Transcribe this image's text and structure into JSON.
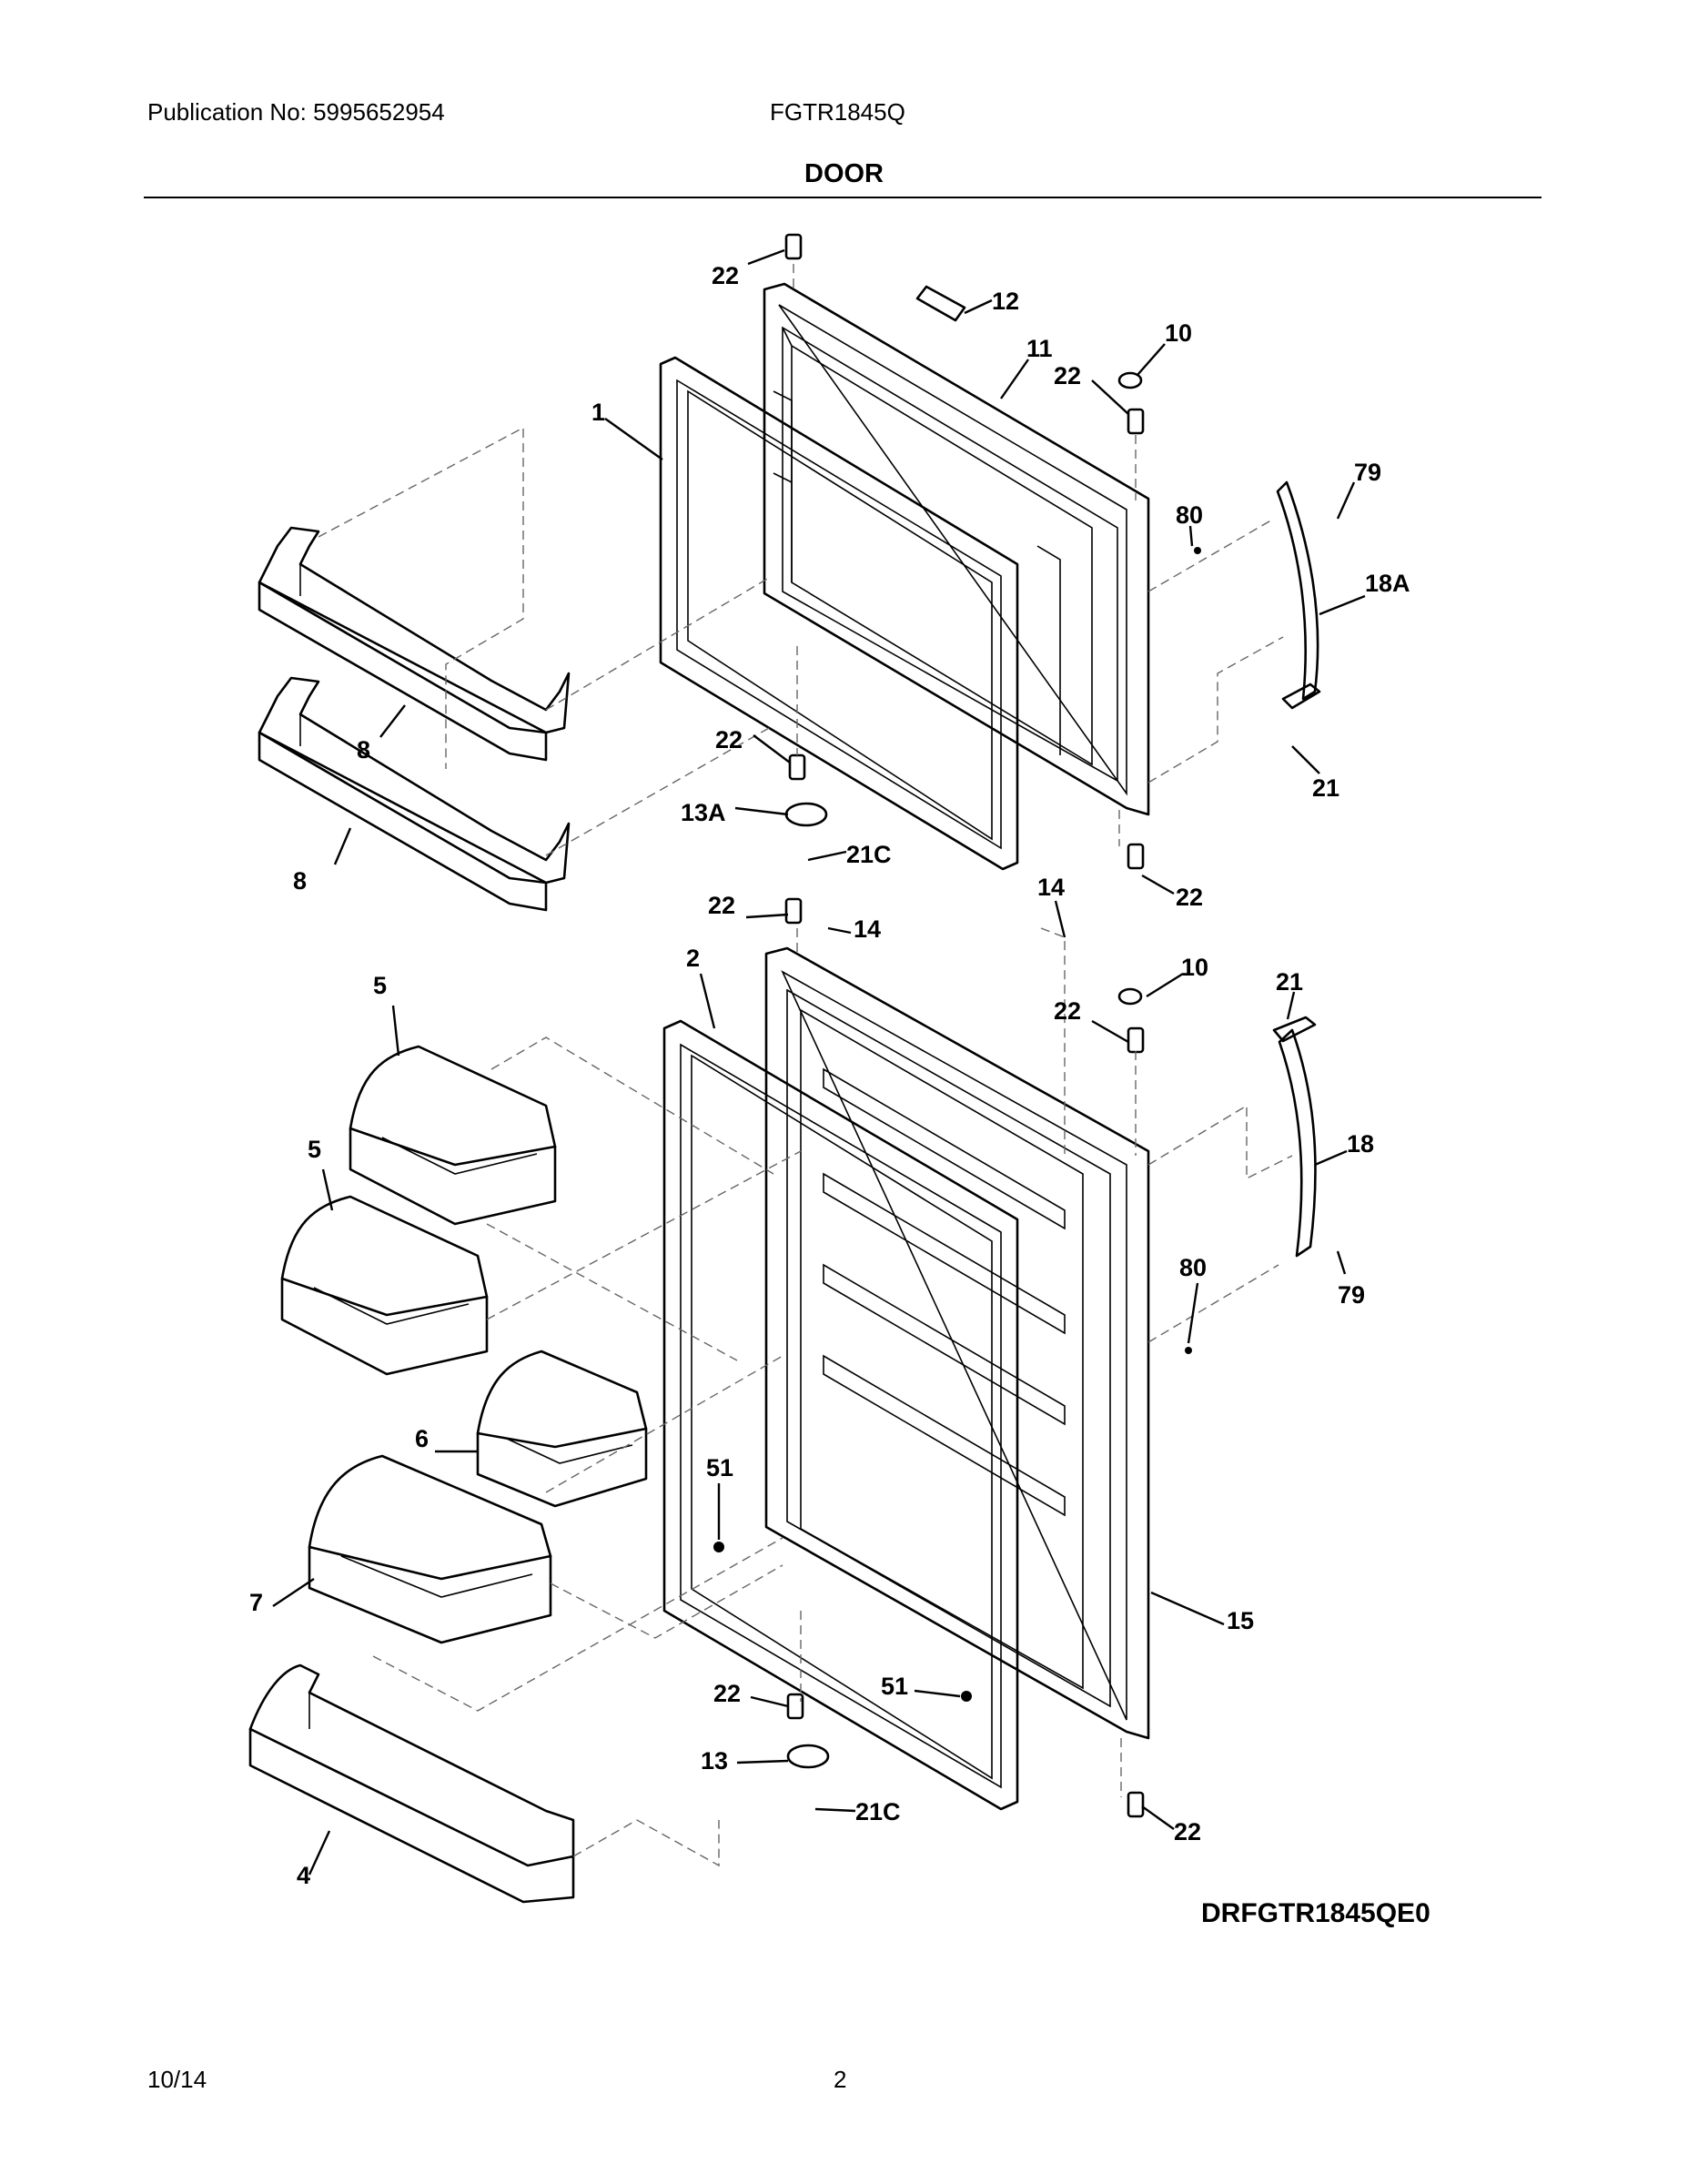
{
  "header": {
    "publication": "Publication No: 5995652954",
    "model": "FGTR1845Q",
    "section_title": "DOOR"
  },
  "diagram": {
    "drawing_code": "DRFGTR1845QE0",
    "callouts": [
      "22",
      "12",
      "11",
      "10",
      "22",
      "1",
      "79",
      "80",
      "18A",
      "8",
      "22",
      "21",
      "13A",
      "21C",
      "8",
      "22",
      "22",
      "14",
      "14",
      "2",
      "10",
      "5",
      "22",
      "21",
      "18",
      "5",
      "80",
      "79",
      "6",
      "51",
      "7",
      "15",
      "22",
      "51",
      "13",
      "21C",
      "4",
      "22"
    ]
  },
  "footer": {
    "date": "10/14",
    "page": "2"
  }
}
